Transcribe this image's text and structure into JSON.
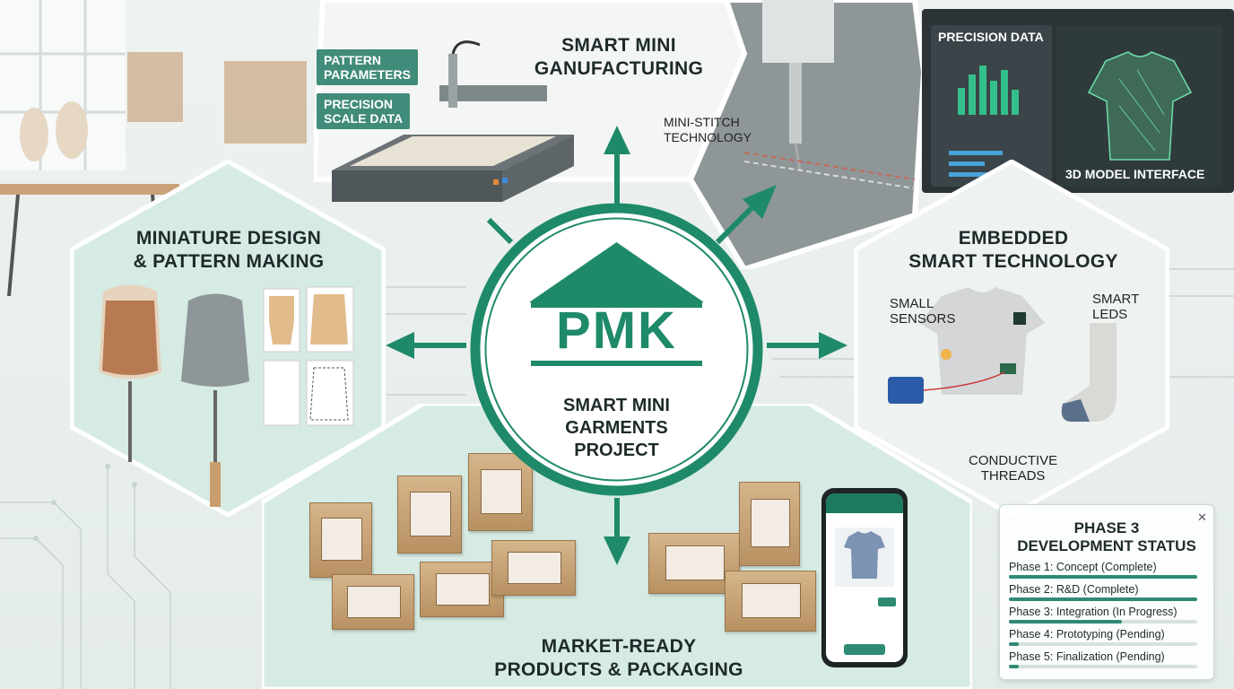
{
  "center": {
    "logo_text": "PMK",
    "subtitle_lines": [
      "SMART MINI",
      "GARMENTS",
      "PROJECT"
    ]
  },
  "sections": {
    "manufacturing": {
      "title_lines": [
        "SMART MINI",
        "GANUFACTURING"
      ],
      "tag_pattern": [
        "PATTERN",
        "PARAMETERS"
      ],
      "tag_precision": [
        "PRECISION",
        "SCALE DATA"
      ],
      "stitch_label": [
        "MINI-STITCH",
        "TECHNOLOGY"
      ]
    },
    "design": {
      "title_lines": [
        "MINIATURE DESIGN",
        "& PATTERN MAKING"
      ]
    },
    "smart_tech": {
      "title_lines": [
        "EMBEDDED",
        "SMART TECHNOLOGY"
      ],
      "sensors_label": [
        "SMALL",
        "SENSORS"
      ],
      "leds_label": [
        "SMART",
        "LEDS"
      ],
      "threads_label": [
        "CONDUCTIVE",
        "THREADS"
      ]
    },
    "market": {
      "title_lines": [
        "MARKET-READY",
        "PRODUCTS & PACKAGING"
      ]
    },
    "monitor": {
      "precision_label": "PRECISION DATA",
      "model_label": "3D MODEL INTERFACE"
    }
  },
  "status": {
    "title_lines": [
      "PHASE 3",
      "DEVELOPMENT STATUS"
    ],
    "phases": [
      {
        "label": "Phase 1: Concept (Complete)",
        "progress": 1.0
      },
      {
        "label": "Phase 2: R&D (Complete)",
        "progress": 1.0
      },
      {
        "label": "Phase 3: Integration (In Progress)",
        "progress": 0.6
      },
      {
        "label": "Phase 4: Prototyping (Pending)",
        "progress": 0.05
      },
      {
        "label": "Phase 5: Finalization (Pending)",
        "progress": 0.05
      }
    ],
    "close_icon": "close-icon"
  },
  "colors": {
    "accent": "#1f8a6a",
    "accent_dark": "#1a6f58",
    "hex_fill": "#d6ebe3"
  }
}
